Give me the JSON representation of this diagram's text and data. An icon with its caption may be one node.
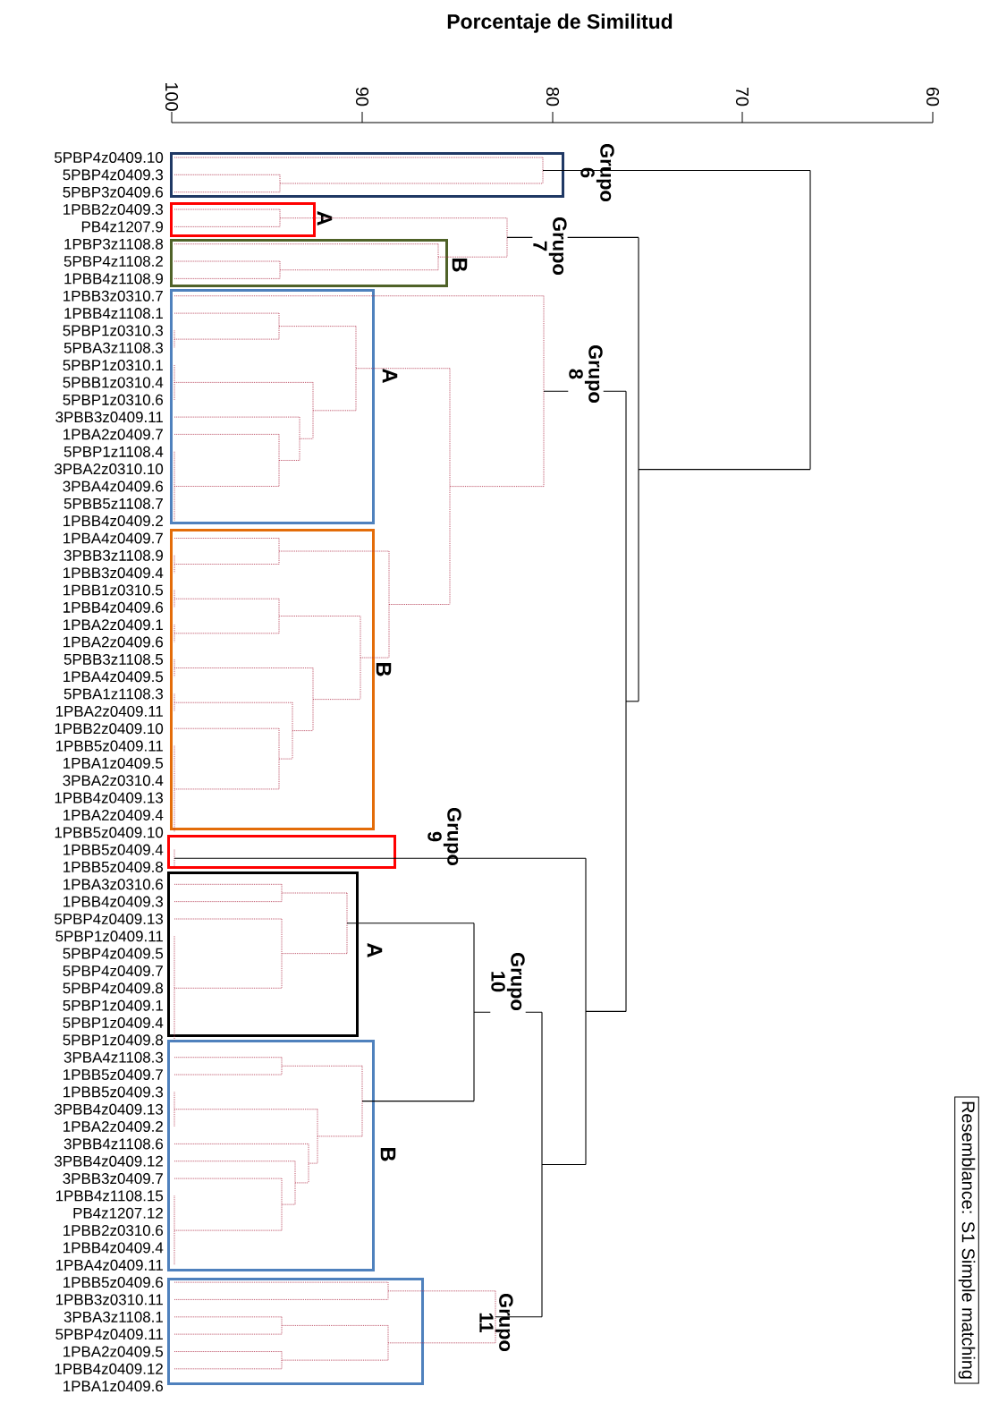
{
  "diagram": {
    "title": "Porcentaje de Similitud",
    "nodes": [
      {
        "text": [
          "Grupo 6"
        ]
      },
      {
        "text": [
          "A"
        ]
      },
      {
        "text": [
          "B"
        ]
      },
      {
        "text": [
          "A"
        ]
      },
      {
        "text": [
          "B"
        ]
      },
      {
        "text": [
          "Grupo 9"
        ]
      },
      {
        "text": [
          "A"
        ]
      },
      {
        "text": [
          "B"
        ]
      },
      {
        "text": [
          "Grupo 11"
        ]
      },
      {
        "text": [
          "Resemblance: S1 Simple matching"
        ]
      }
    ],
    "labels": [
      "100",
      "90",
      "80",
      "70",
      "60",
      "5PBP4z0409.10",
      "5PBP4z0409.3",
      "5PBP3z0409.6",
      "1PBB2z0409.3",
      "PB4z1207.9",
      "1PBP3z1108.8",
      "5PBP4z1108.2",
      "1PBB4z1108.9",
      "1PBB3z0310.7",
      "1PBB4z1108.1",
      "5PBP1z0310.3",
      "5PBA3z1108.3",
      "5PBP1z0310.1",
      "5PBB1z0310.4",
      "5PBP1z0310.6",
      "3PBB3z0409.11",
      "1PBA2z0409.7",
      "5PBP1z1108.4",
      "3PBA2z0310.10",
      "3PBA4z0409.6",
      "5PBB5z1108.7",
      "1PBB4z0409.2",
      "1PBA4z0409.7",
      "3PBB3z1108.9",
      "1PBB3z0409.4",
      "1PBB1z0310.5",
      "1PBB4z0409.6",
      "1PBA2z0409.1",
      "1PBA2z0409.6",
      "5PBB3z1108.5",
      "1PBA4z0409.5",
      "5PBA1z1108.3",
      "1PBA2z0409.11",
      "1PBB2z0409.10",
      "1PBB5z0409.11",
      "1PBA1z0409.5",
      "3PBA2z0310.4",
      "1PBB4z0409.13",
      "1PBA2z0409.4",
      "1PBB5z0409.10",
      "1PBB5z0409.4",
      "1PBB5z0409.8",
      "1PBA3z0310.6",
      "1PBB4z0409.3",
      "5PBP4z0409.13",
      "5PBP1z0409.11",
      "5PBP4z0409.5",
      "5PBP4z0409.7",
      "5PBP4z0409.8",
      "5PBP1z0409.1",
      "5PBP1z0409.4",
      "5PBP1z0409.8",
      "3PBA4z1108.3",
      "1PBB5z0409.7",
      "1PBB5z0409.3",
      "3PBB4z0409.13",
      "1PBA2z0409.2",
      "3PBB4z1108.6",
      "3PBB4z0409.12",
      "3PBB3z0409.7",
      "1PBB4z1108.15",
      "PB4z1207.12",
      "1PBB2z0310.6",
      "1PBB4z0409.4",
      "1PBA4z0409.11",
      "1PBB5z0409.6",
      "1PBB3z0310.11",
      "3PBA3z1108.1",
      "5PBP4z0409.11",
      "1PBA2z0409.5",
      "1PBB4z0409.12",
      "1PBA1z0409.6",
      "Grupo 7",
      "Grupo 8",
      "Grupo 10"
    ]
  }
}
